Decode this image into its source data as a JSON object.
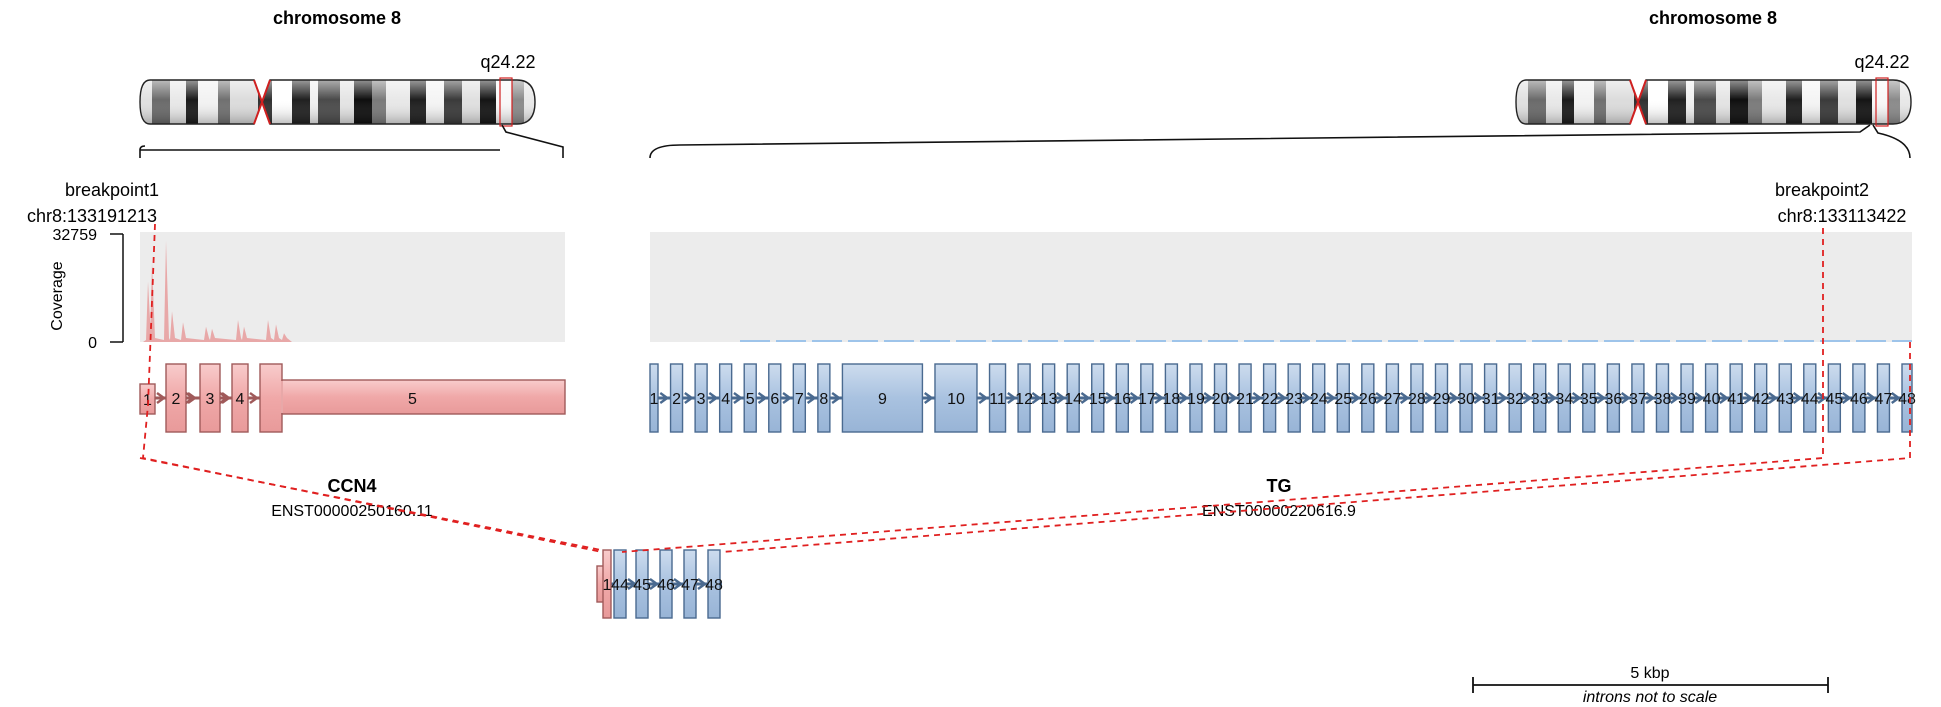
{
  "left": {
    "chromosome_title": "chromosome 8",
    "band": "q24.22",
    "breakpoint_label": "breakpoint1",
    "breakpoint_coord": "chr8:133191213",
    "gene": "CCN4",
    "transcript": "ENST00000250160.11",
    "exons": [
      "1",
      "2",
      "3",
      "4",
      "5"
    ],
    "color_fill": "#f4b6b6",
    "color_stroke": "#a05a5a"
  },
  "right": {
    "chromosome_title": "chromosome 8",
    "band": "q24.22",
    "breakpoint_label": "breakpoint2",
    "breakpoint_coord": "chr8:133113422",
    "gene": "TG",
    "transcript": "ENST00000220616.9",
    "exons": [
      "1",
      "2",
      "3",
      "4",
      "5",
      "6",
      "7",
      "8",
      "9",
      "10",
      "11",
      "12",
      "13",
      "14",
      "15",
      "16",
      "17",
      "18",
      "19",
      "20",
      "21",
      "22",
      "23",
      "24",
      "25",
      "26",
      "27",
      "28",
      "29",
      "30",
      "31",
      "32",
      "33",
      "34",
      "35",
      "36",
      "37",
      "38",
      "39",
      "40",
      "41",
      "42",
      "43",
      "44",
      "45",
      "46",
      "47",
      "48"
    ],
    "color_fill": "#b0c8e4",
    "color_stroke": "#4a6a90"
  },
  "coverage": {
    "axis_label": "Coverage",
    "max_label": "32759",
    "min_label": "0"
  },
  "fusion": {
    "exons": [
      "1",
      "44",
      "45",
      "46",
      "47",
      "48"
    ]
  },
  "scale": {
    "label": "5 kbp",
    "note": "introns not to scale"
  },
  "colors": {
    "breakpoint_line": "#e02020",
    "coverage_bg": "#ececec"
  }
}
